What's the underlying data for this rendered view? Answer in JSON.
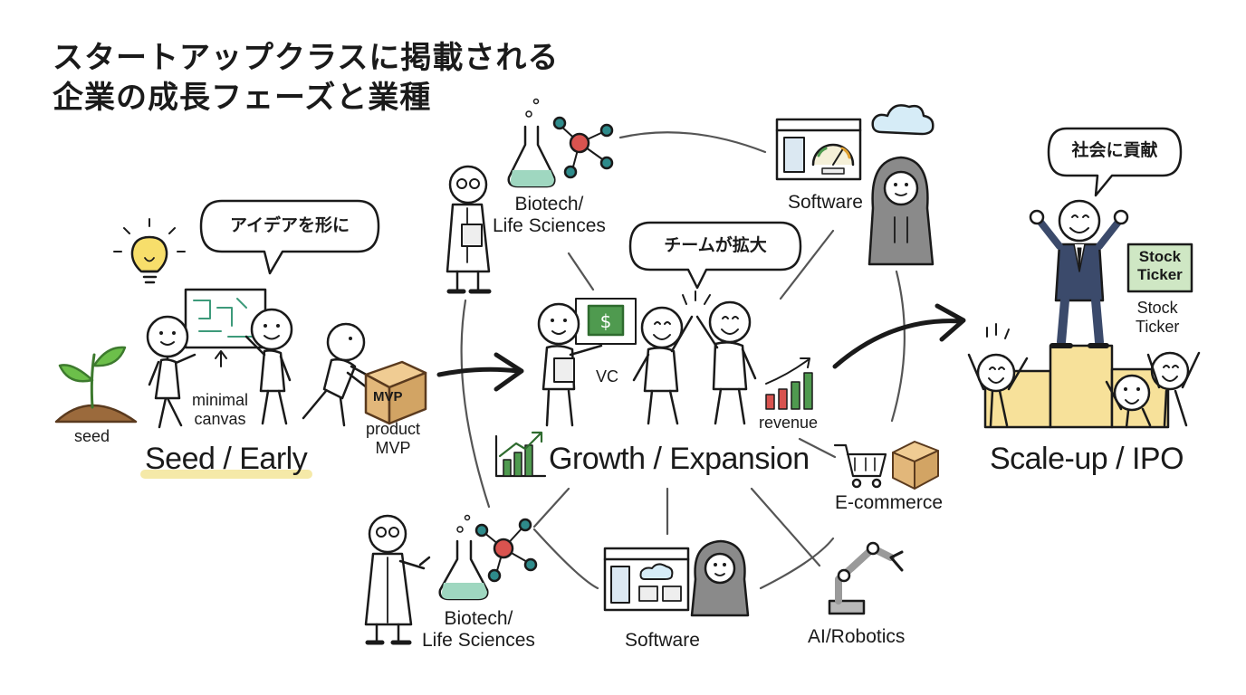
{
  "title": {
    "line1": "スタートアップクラスに掲載される",
    "line2": "企業の成長フェーズと業種"
  },
  "stages": {
    "seed": "Seed / Early",
    "growth": "Growth / Expansion",
    "scale": "Scale-up / IPO"
  },
  "bubbles": {
    "idea": "アイデアを形に",
    "team": "チームが拡大",
    "society": "社会に貢献"
  },
  "labels": {
    "seed": "seed",
    "minimal_canvas": "minimal\ncanvas",
    "product_mvp": "product\nMVP",
    "mvp_box": "MVP",
    "vc": "VC",
    "revenue": "revenue",
    "stock_ticker_sign": "Stock\nTicker",
    "stock_ticker": "Stock\nTicker"
  },
  "industries": {
    "biotech_top": "Biotech/\nLife Sciences",
    "software_top": "Software",
    "ecommerce": "E-commerce",
    "ai_robotics": "AI/Robotics",
    "software_bottom": "Software",
    "biotech_bottom": "Biotech/\nLife Sciences"
  },
  "icons": [
    "lightbulb-icon",
    "sprout-icon",
    "box-icon",
    "money-icon",
    "bar-chart-icon",
    "flask-icon",
    "molecule-icon",
    "browser-window-icon",
    "gauge-icon",
    "cloud-icon",
    "cart-icon",
    "robot-arm-icon",
    "podium-icon"
  ],
  "colors": {
    "ink": "#1a1a1a",
    "seed_highlight": "#f5e9a8",
    "money_green": "#4f9a4f",
    "sign_green": "#cfe7c4",
    "podium_yellow": "#f7e19a",
    "flask_liquid": "#9fd7c0",
    "molecule_red": "#d9534f",
    "molecule_teal": "#2e8b8b",
    "cloud_blue": "#d6ecf7",
    "box_brown": "#e2b77a",
    "suit_navy": "#3b4a6b",
    "hoodie_grey": "#8a8a8a"
  }
}
